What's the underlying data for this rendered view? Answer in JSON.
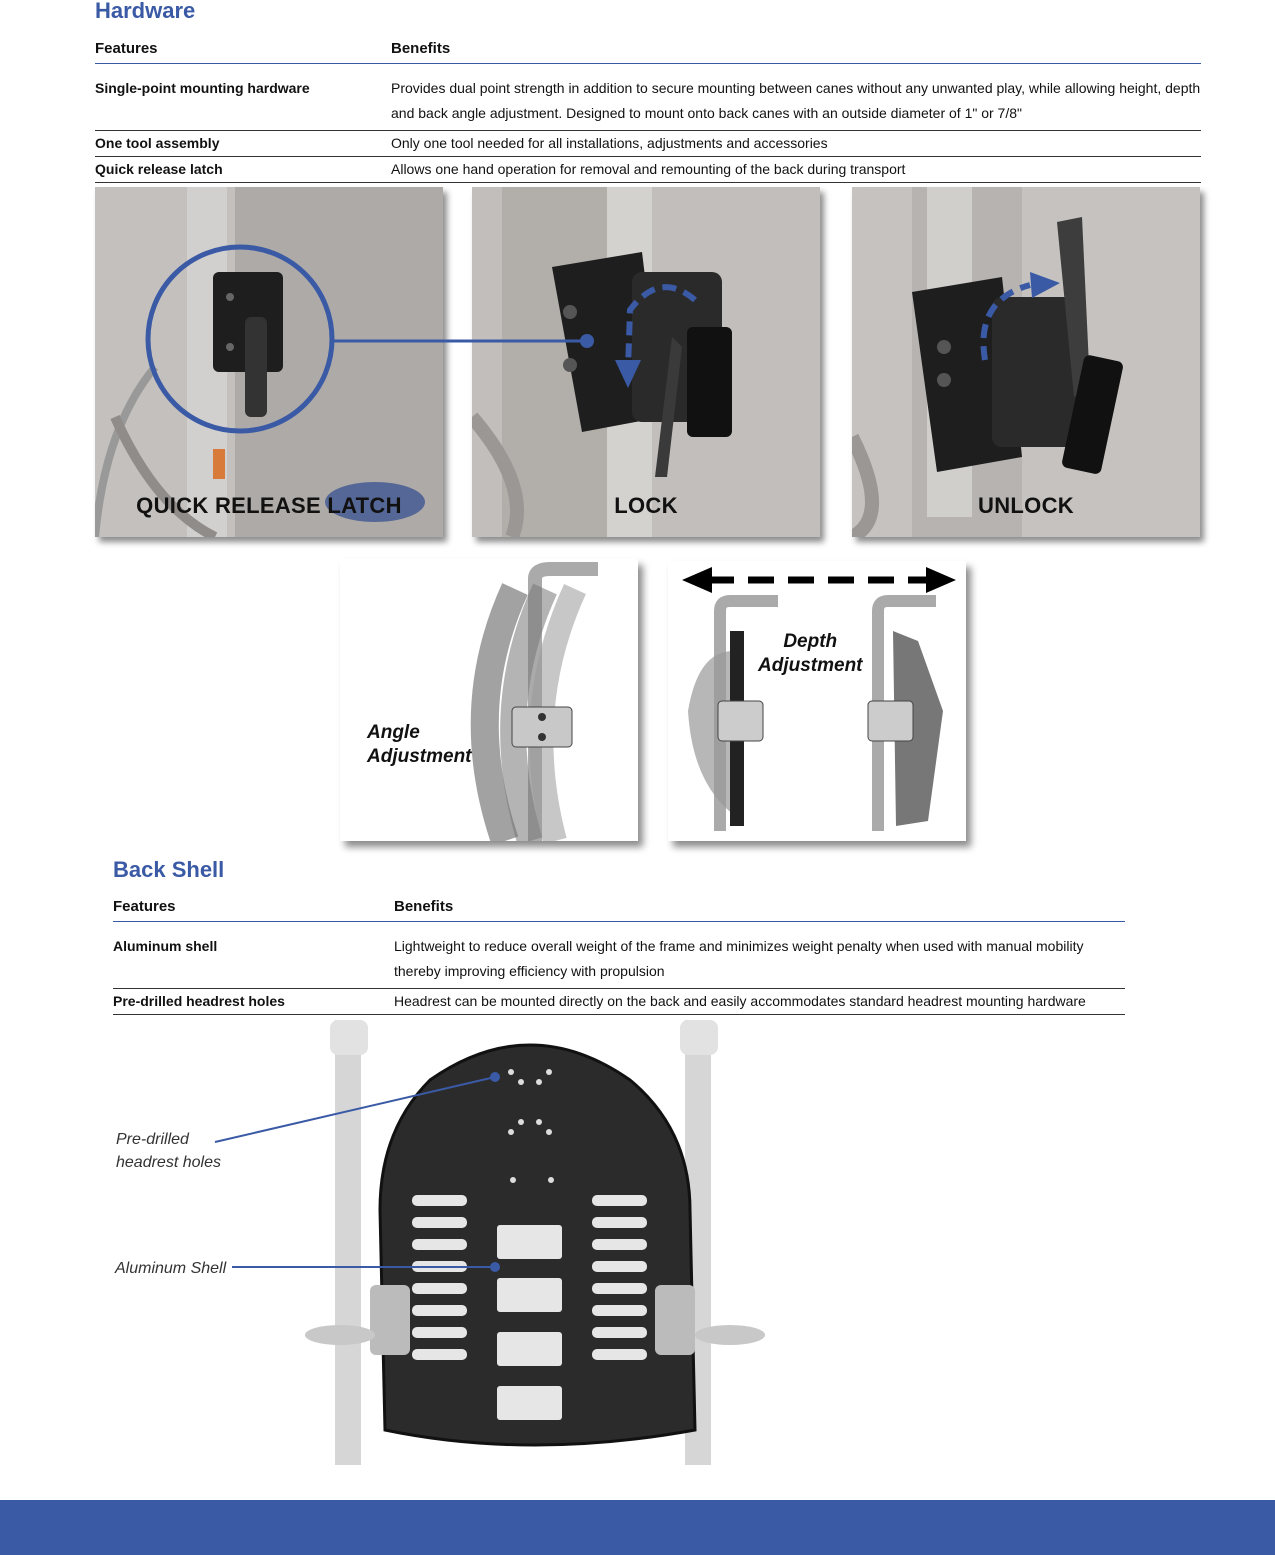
{
  "hardware": {
    "title": "Hardware",
    "col_features": "Features",
    "col_benefits": "Benefits",
    "rows": [
      {
        "feature": "Single-point mounting hardware",
        "benefit": "Provides dual point strength in addition to secure mounting between canes without any unwanted play, while allowing height, depth and back angle adjustment. Designed to mount onto back canes with an outside diameter of 1\" or 7/8\""
      },
      {
        "feature": "One tool assembly",
        "benefit": "Only one tool needed for all installations, adjustments and accessories"
      },
      {
        "feature": "Quick release latch",
        "benefit": "Allows one hand operation for removal and remounting of the back during transport"
      }
    ]
  },
  "photos": {
    "quick_release": "QUICK RELEASE LATCH",
    "lock": "LOCK",
    "unlock": "UNLOCK"
  },
  "diagrams": {
    "angle_line1": "Angle",
    "angle_line2": "Adjustment",
    "depth_line1": "Depth",
    "depth_line2": "Adjustment"
  },
  "back_shell": {
    "title": "Back Shell",
    "col_features": "Features",
    "col_benefits": "Benefits",
    "rows": [
      {
        "feature": "Aluminum shell",
        "benefit": "Lightweight to reduce overall weight of the frame and minimizes weight penalty when used with manual mobility thereby improving efficiency with propulsion"
      },
      {
        "feature": "Pre-drilled headrest holes",
        "benefit": "Headrest can be mounted directly on the back and easily accommodates standard headrest mounting hardware"
      }
    ]
  },
  "callouts": {
    "headrest_line1": "Pre-drilled",
    "headrest_line2": "headrest holes",
    "shell": "Aluminum Shell"
  },
  "colors": {
    "accent": "#3a5aa6",
    "photo_bg": "#bdbab7",
    "bracket": "#222222"
  }
}
